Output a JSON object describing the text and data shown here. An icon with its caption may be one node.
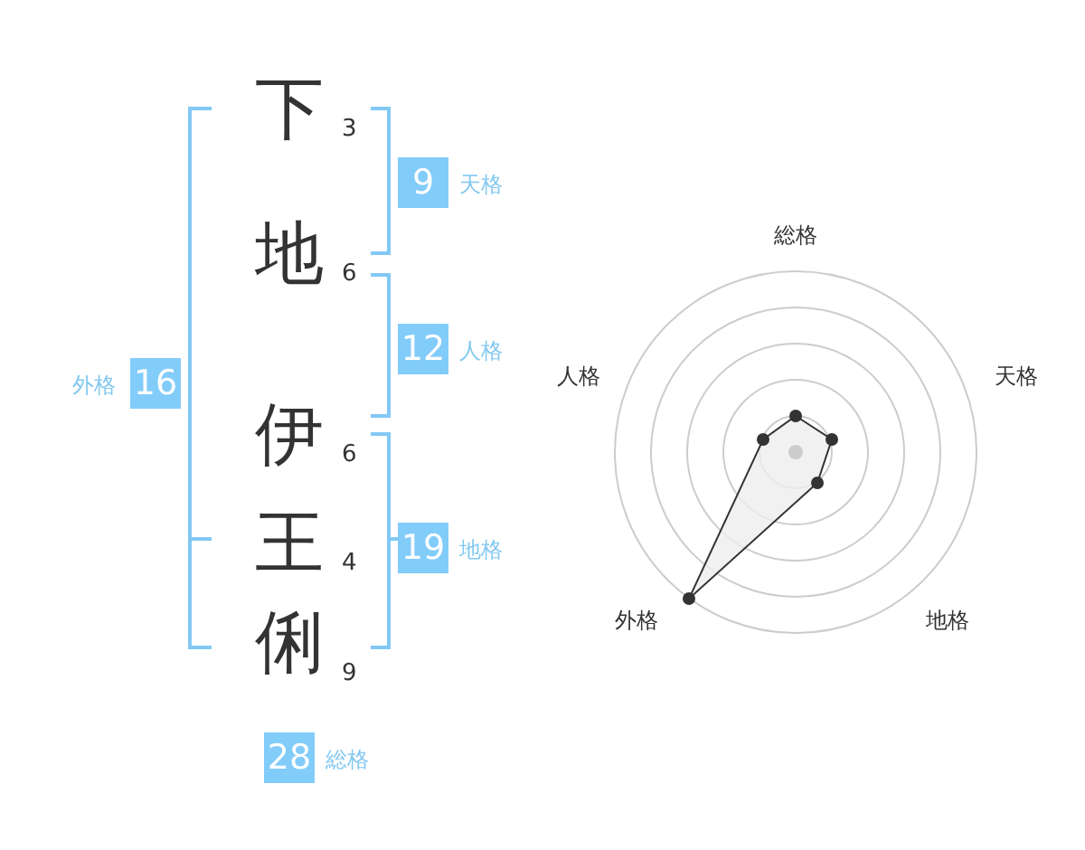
{
  "diagram": {
    "nodes": [
      {
        "text": [
          "9"
        ],
        "beside": [
          "天格"
        ]
      },
      {
        "text": [
          "12"
        ],
        "beside": [
          "人格"
        ]
      },
      {
        "text": [
          "16"
        ],
        "beside": [
          "外格"
        ]
      },
      {
        "text": [
          "19"
        ],
        "beside": [
          "地格"
        ]
      },
      {
        "text": [
          "28"
        ],
        "beside": [
          "総格"
        ]
      }
    ],
    "labels": [
      "下",
      "3",
      "地",
      "6",
      "伊",
      "6",
      "王",
      "4",
      "俐",
      "9",
      "総格",
      "人格",
      "天格",
      "外格",
      "地格"
    ]
  }
}
